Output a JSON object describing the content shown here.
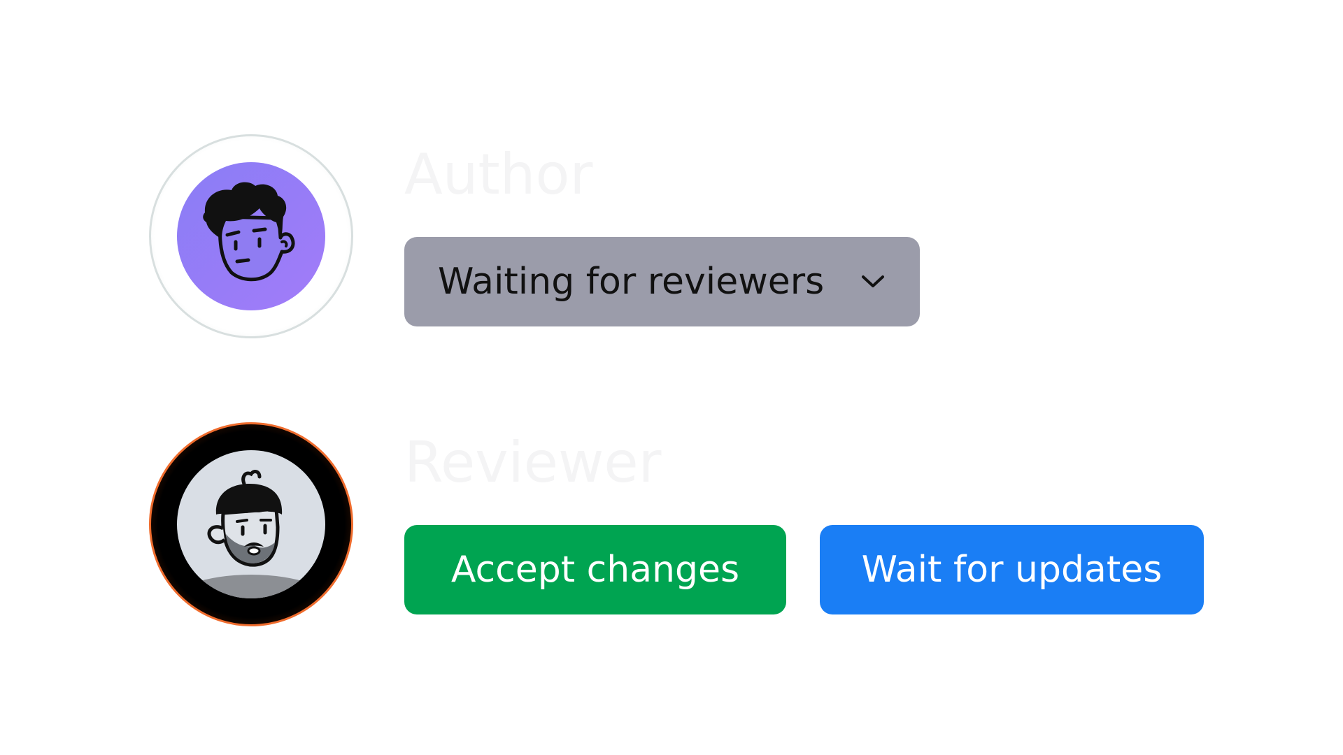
{
  "author": {
    "role_label": "Author",
    "avatar": "author-avatar-illustration",
    "status_dropdown": {
      "label": "Waiting for reviewers",
      "icon": "chevron-down-icon",
      "color": "#9b9caa"
    }
  },
  "reviewer": {
    "role_label": "Reviewer",
    "avatar": "reviewer-avatar-illustration",
    "actions": {
      "accept_label": "Accept changes",
      "accept_color": "#00a451",
      "wait_label": "Wait for updates",
      "wait_color": "#1a7ef5"
    }
  },
  "colors": {
    "author_avatar_bg": "#9b7bf7",
    "reviewer_avatar_ring": "#ef6c2d"
  }
}
